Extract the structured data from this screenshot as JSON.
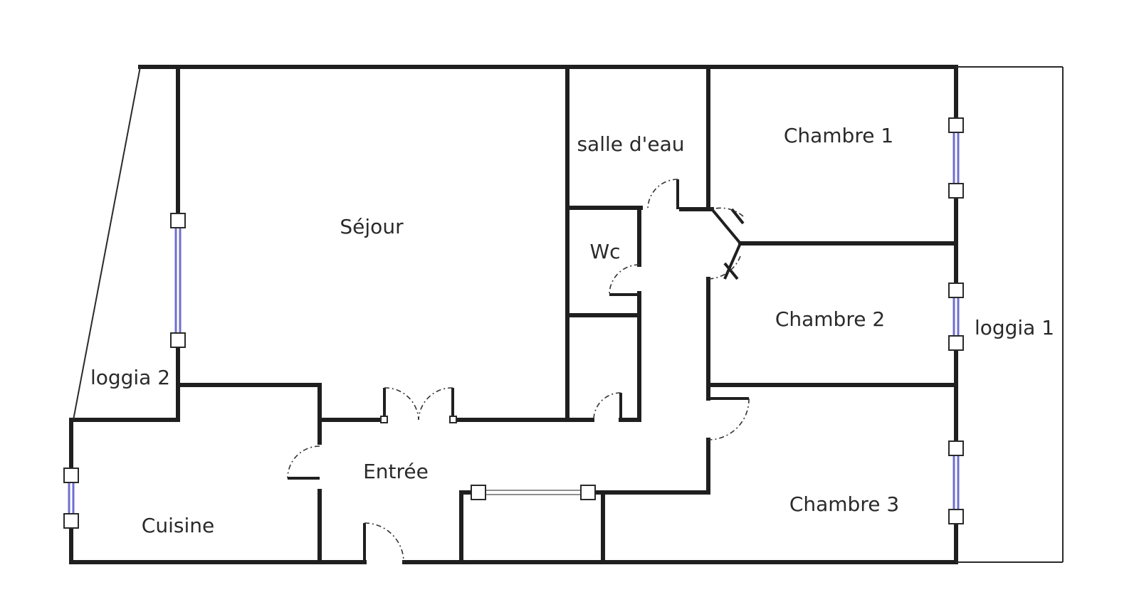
{
  "floor_plan": {
    "rooms": {
      "salle_deau": "salle d'eau",
      "chambre1": "Chambre 1",
      "sejour": "Séjour",
      "wc": "Wc",
      "chambre2": "Chambre 2",
      "loggia1": "loggia 1",
      "loggia2": "loggia 2",
      "entree": "Entrée",
      "chambre3": "Chambre 3",
      "cuisine": "Cuisine"
    },
    "colors": {
      "wall": "#1f1f1f",
      "window": "#6f6fd0",
      "background": "#ffffff"
    }
  }
}
